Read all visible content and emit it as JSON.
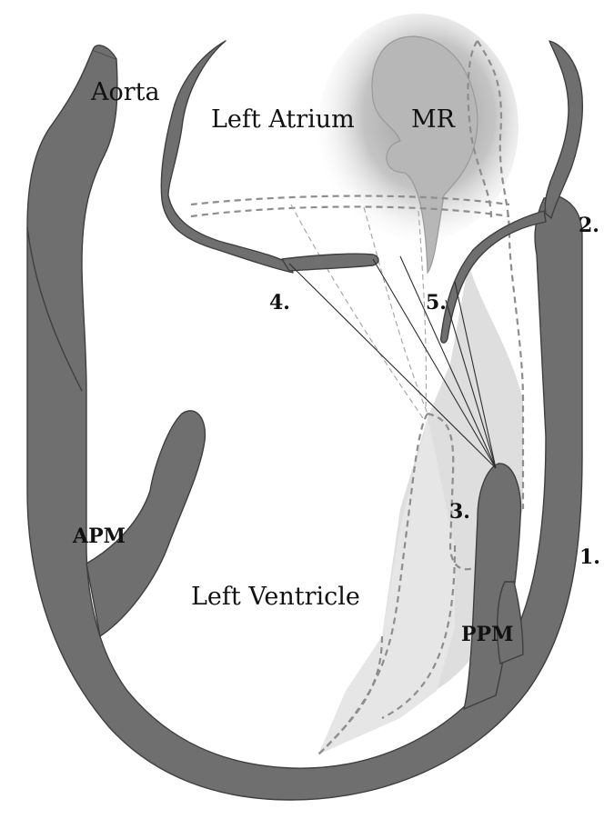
{
  "labels": {
    "aorta": "Aorta",
    "left_atrium": "Left Atrium",
    "mr": "MR",
    "left_ventricle": "Left Ventricle",
    "apm": "APM",
    "ppm": "PPM",
    "n1": "1.",
    "n2": "2.",
    "n3": "3.",
    "n4": "4.",
    "n5": "5."
  },
  "colors": {
    "wall": "#6f6f6f",
    "shadow": "#d6d6d6",
    "mr_jet": "#bdbdbd"
  }
}
